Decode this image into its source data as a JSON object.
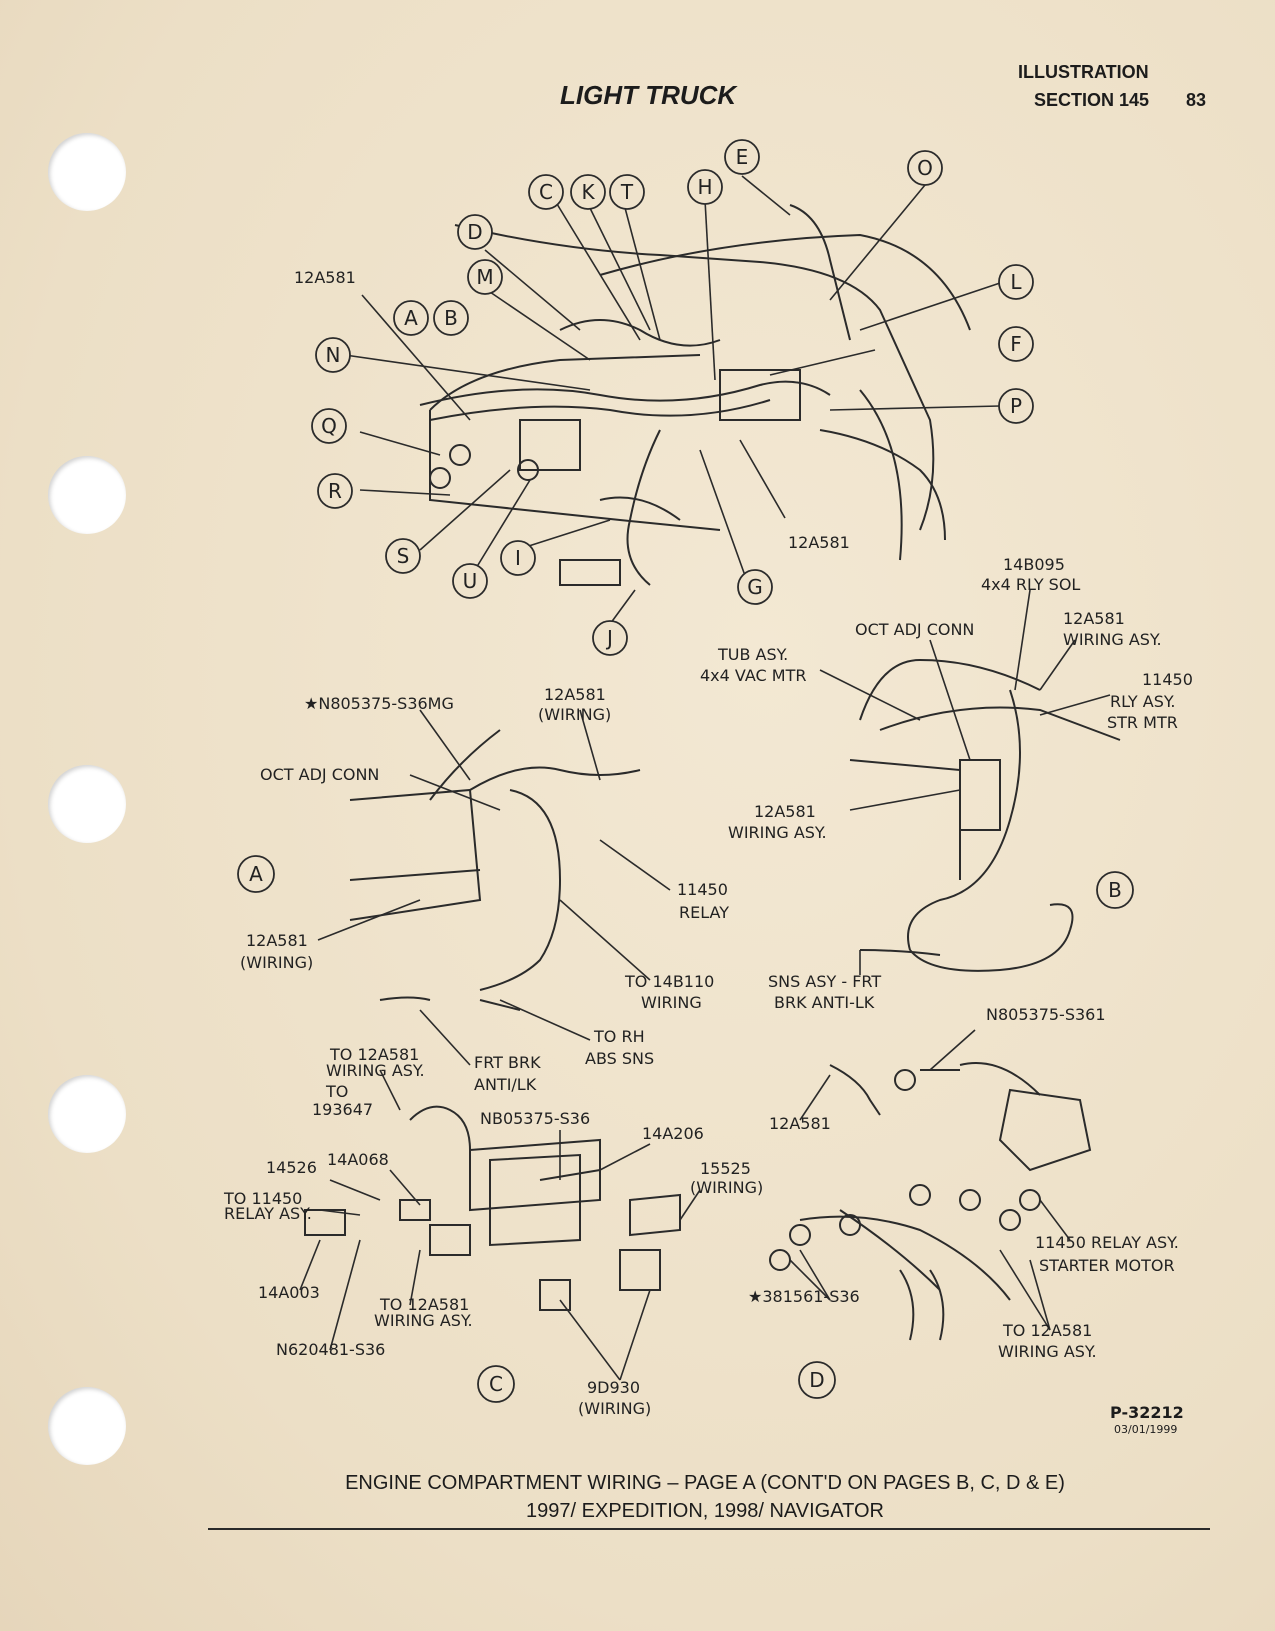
{
  "header": {
    "title": "LIGHT TRUCK",
    "illustration": "ILLUSTRATION",
    "section": "SECTION 145",
    "page": "83"
  },
  "main_view": {
    "callouts": [
      {
        "id": "E",
        "letter": "E"
      },
      {
        "id": "O",
        "letter": "O"
      },
      {
        "id": "C",
        "letter": "C"
      },
      {
        "id": "K",
        "letter": "K"
      },
      {
        "id": "T",
        "letter": "T"
      },
      {
        "id": "H",
        "letter": "H"
      },
      {
        "id": "D",
        "letter": "D"
      },
      {
        "id": "M",
        "letter": "M"
      },
      {
        "id": "L",
        "letter": "L"
      },
      {
        "id": "A",
        "letter": "A"
      },
      {
        "id": "B",
        "letter": "B"
      },
      {
        "id": "N",
        "letter": "N"
      },
      {
        "id": "F",
        "letter": "F"
      },
      {
        "id": "P",
        "letter": "P"
      },
      {
        "id": "Q",
        "letter": "Q"
      },
      {
        "id": "R",
        "letter": "R"
      },
      {
        "id": "S",
        "letter": "S"
      },
      {
        "id": "U",
        "letter": "U"
      },
      {
        "id": "I",
        "letter": "I"
      },
      {
        "id": "G",
        "letter": "G"
      },
      {
        "id": "J",
        "letter": "J"
      }
    ],
    "labels": [
      "12A581",
      "12A581"
    ]
  },
  "detail_a": {
    "letter": "A",
    "labels": [
      "★N805375-S36MG",
      "12A581",
      "(WIRING)",
      "OCT ADJ CONN",
      "11450",
      "RELAY",
      "12A581",
      "(WIRING)",
      "TO 14B110",
      "WIRING",
      "TO RH",
      "ABS SNS",
      "FRT BRK",
      "ANTI/LK"
    ]
  },
  "detail_b": {
    "letter": "B",
    "labels": [
      "14B095",
      "4x4 RLY SOL",
      "OCT ADJ CONN",
      "12A581",
      "WIRING ASY.",
      "TUB ASY.",
      "4x4 VAC MTR",
      "11450",
      "RLY ASY.",
      "STR MTR",
      "12A581",
      "WIRING ASY.",
      "SNS ASY - FRT",
      "BRK ANTI-LK"
    ]
  },
  "detail_c": {
    "letter": "C",
    "labels": [
      "TO 12A581",
      "WIRING ASY.",
      "TO",
      "193647",
      "NB05375-S36",
      "14A206",
      "14526",
      "14A068",
      "15525",
      "(WIRING)",
      "TO 11450",
      "RELAY ASY.",
      "14A003",
      "TO 12A581",
      "WIRING ASY.",
      "N620481-S36",
      "9D930",
      "(WIRING)"
    ]
  },
  "detail_d": {
    "letter": "D",
    "labels": [
      "N805375-S361",
      "12A581",
      "11450 RELAY ASY.",
      "STARTER MOTOR",
      "★381561-S36",
      "TO 12A581",
      "WIRING ASY."
    ]
  },
  "footer": {
    "part_number": "P-32212",
    "date": "03/01/1999",
    "caption_line1": "ENGINE COMPARTMENT WIRING – PAGE A (CONT'D ON PAGES B, C, D & E)",
    "caption_line2": "1997/ EXPEDITION, 1998/ NAVIGATOR"
  }
}
